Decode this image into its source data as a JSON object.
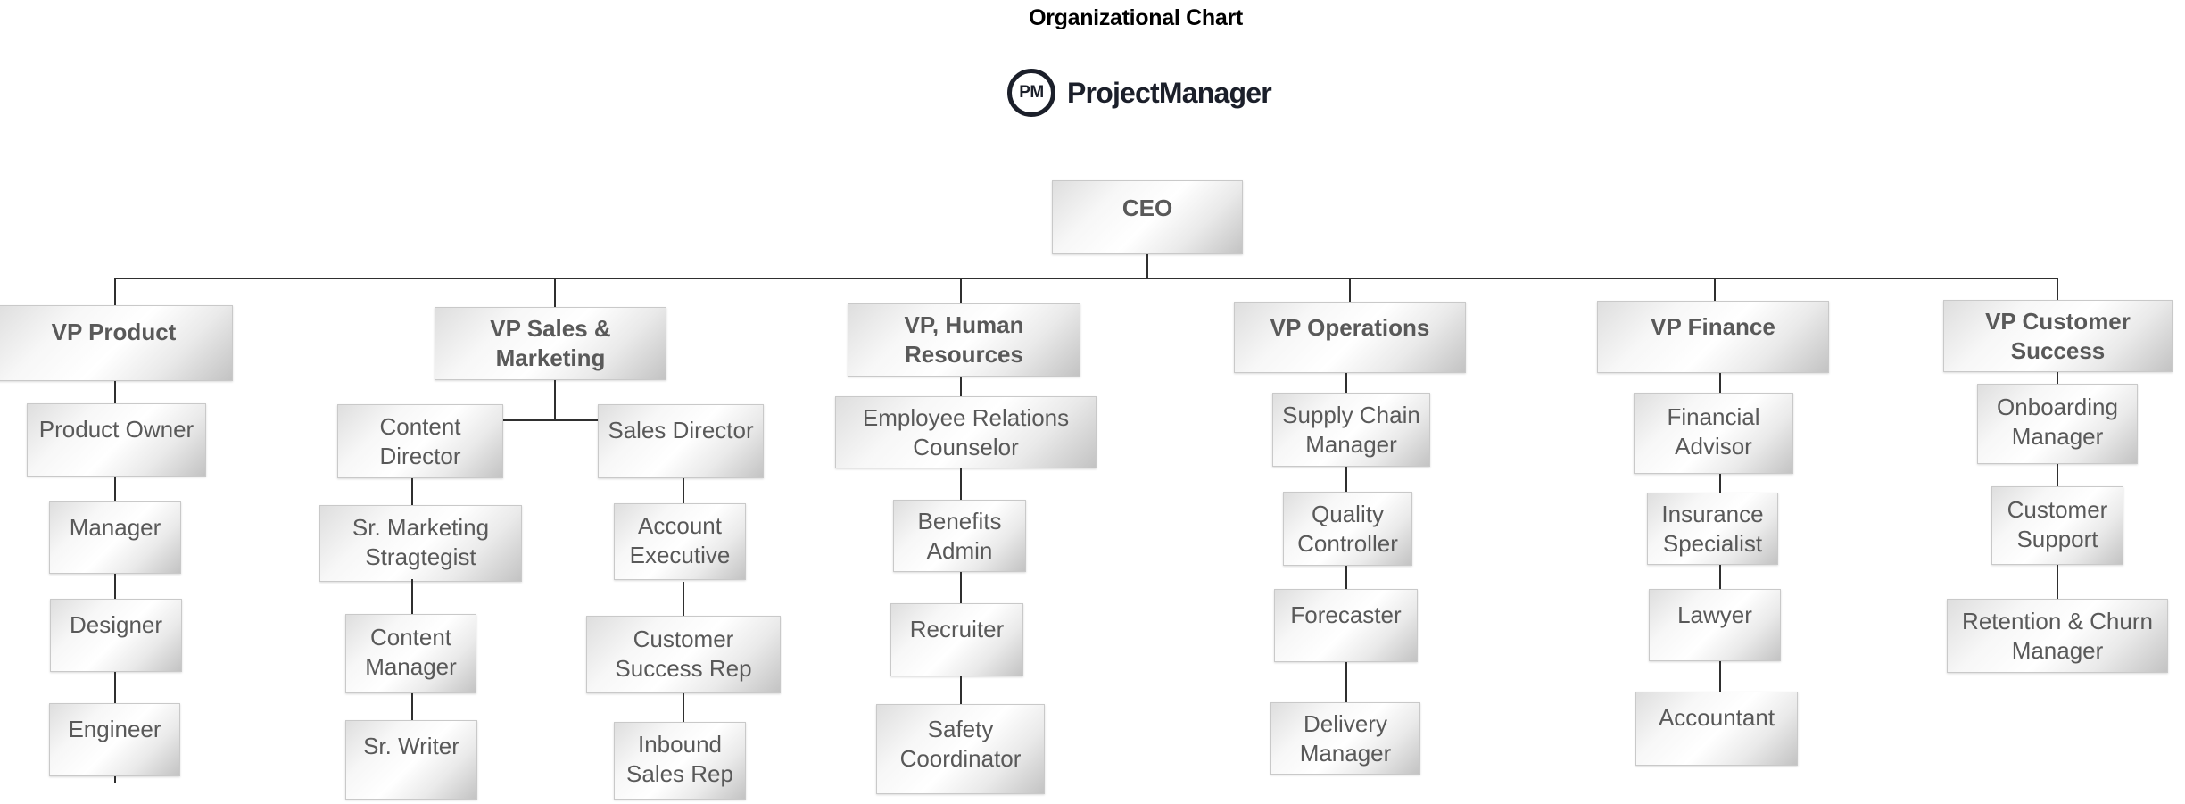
{
  "title": "Organizational Chart",
  "logo": {
    "monogram": "PM",
    "brand": "ProjectManager"
  },
  "org": {
    "root": "CEO",
    "branches": [
      {
        "vp": "VP Product",
        "reports": [
          "Product Owner",
          "Manager",
          "Designer",
          "Engineer"
        ]
      },
      {
        "vp": "VP Sales &\nMarketing",
        "teams": [
          {
            "lead": "Content\nDirector",
            "reports": [
              "Sr. Marketing\nStragtegist",
              "Content\nManager",
              "Sr. Writer"
            ]
          },
          {
            "lead": "Sales Director",
            "reports": [
              "Account\nExecutive",
              "Customer\nSuccess Rep",
              "Inbound\nSales Rep"
            ]
          }
        ]
      },
      {
        "vp": "VP, Human\nResources",
        "reports": [
          "Employee Relations\nCounselor",
          "Benefits\nAdmin",
          "Recruiter",
          "Safety\nCoordinator"
        ]
      },
      {
        "vp": "VP Operations",
        "reports": [
          "Supply Chain\nManager",
          "Quality\nController",
          "Forecaster",
          "Delivery\nManager"
        ]
      },
      {
        "vp": "VP Finance",
        "reports": [
          "Financial\nAdvisor",
          "Insurance\nSpecialist",
          "Lawyer",
          "Accountant"
        ]
      },
      {
        "vp": "VP Customer\nSuccess",
        "reports": [
          "Onboarding\nManager",
          "Customer\nSupport",
          "Retention & Churn\nManager"
        ]
      }
    ]
  },
  "colors": {
    "title_color": "#000000",
    "logo_color": "#1b1f2a",
    "node_text": "#595959",
    "line_color": "#2f2f2f",
    "box_light": "#ffffff",
    "box_dark": "#c3c3c3"
  }
}
